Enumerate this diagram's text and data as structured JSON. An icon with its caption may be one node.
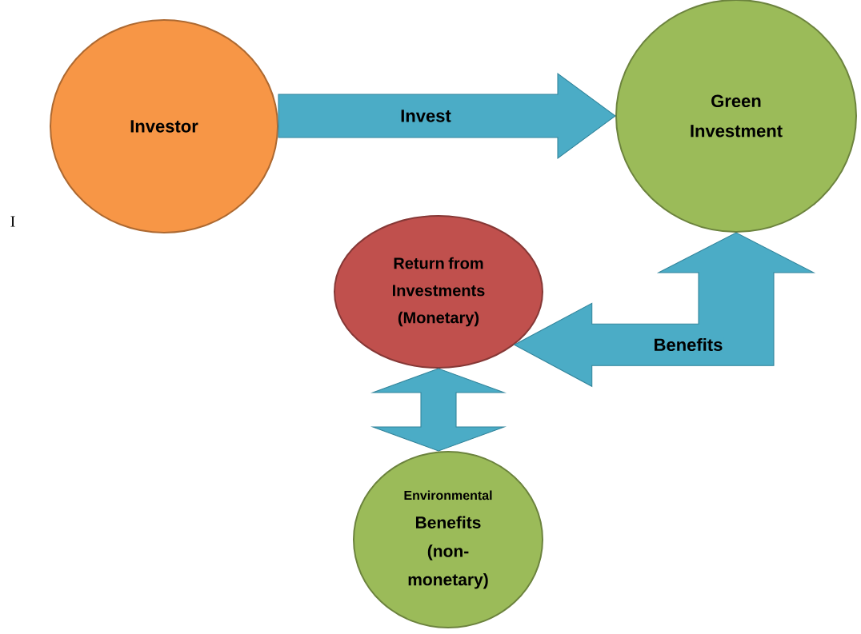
{
  "diagram": {
    "nodes": [
      {
        "text": [
          "Investor"
        ]
      },
      {
        "text": [
          "Green Investment"
        ]
      },
      {
        "text": [
          "Return from Investments (Monetary)"
        ]
      },
      {
        "text": [
          "Environmental",
          "Benefits (non-monetary)"
        ]
      }
    ],
    "edges": [
      {
        "from": 0,
        "to": 1,
        "arrow": "to",
        "label": "Invest"
      },
      {
        "from": 2,
        "to": 1,
        "arrow": "both",
        "label": "Benefits"
      },
      {
        "from": 2,
        "to": 3,
        "arrow": "both"
      }
    ],
    "labels": [
      "I"
    ]
  }
}
